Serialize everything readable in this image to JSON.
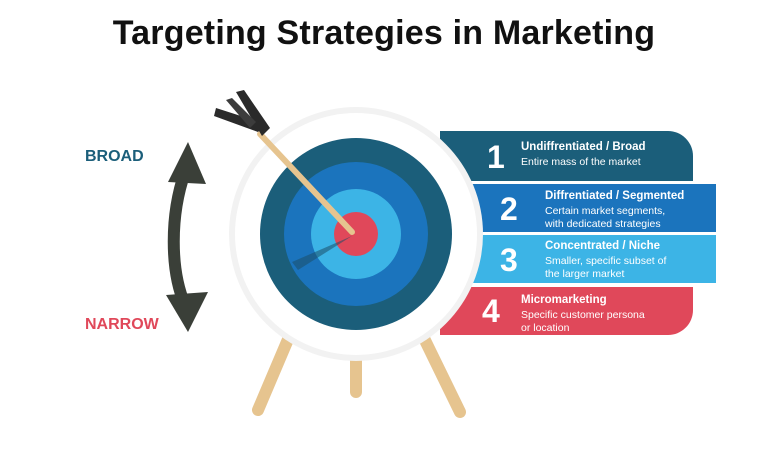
{
  "title": "Targeting Strategies in Marketing",
  "scale": {
    "top_label": "BROAD",
    "bottom_label": "NARROW"
  },
  "colors": {
    "band1": "#1b5e7a",
    "band2": "#1b74bd",
    "band3": "#3cb4e6",
    "band4": "#e0485a"
  },
  "strategies": [
    {
      "number": "1",
      "title": "Undiffrentiated / Broad",
      "desc_line1": "Entire mass of the market",
      "desc_line2": ""
    },
    {
      "number": "2",
      "title": "Diffrentiated / Segmented",
      "desc_line1": "Certain market segments,",
      "desc_line2": "with dedicated strategies"
    },
    {
      "number": "3",
      "title": "Concentrated / Niche",
      "desc_line1": "Smaller, specific subset of",
      "desc_line2": "the larger market"
    },
    {
      "number": "4",
      "title": "Micromarketing",
      "desc_line1": "Specific customer persona",
      "desc_line2": "or location"
    }
  ]
}
